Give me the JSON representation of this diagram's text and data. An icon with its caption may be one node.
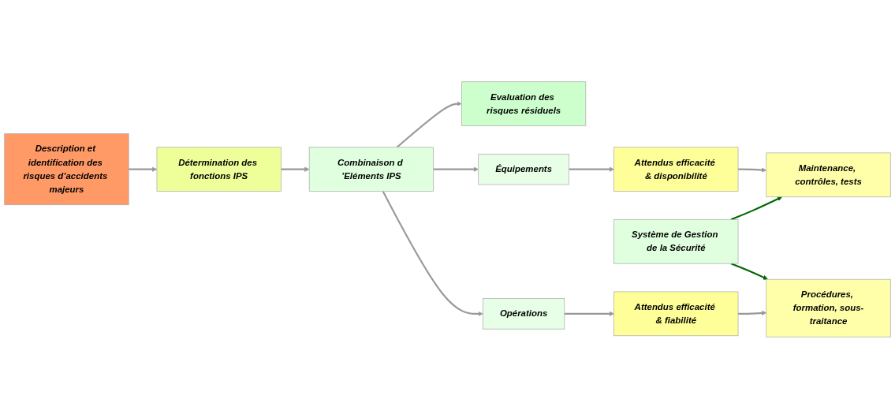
{
  "diagram": {
    "nodes": [
      {
        "text": [
          "Description et identification des risques d’accidents majeurs"
        ]
      },
      {
        "text": [
          "Détermination des fonctions IPS"
        ]
      },
      {
        "text": [
          "Combinaison d ’Eléments IPS"
        ]
      },
      {
        "text": [
          "Evaluation des risques résiduels"
        ]
      },
      {
        "text": [
          "Équipements"
        ]
      },
      {
        "text": [
          "Opérations"
        ]
      },
      {
        "text": [
          "Attendus efficacité & disponibilité"
        ]
      },
      {
        "text": [
          "Attendus efficacité & fiabilité"
        ]
      },
      {
        "text": [
          "Maintenance, contrôles, tests"
        ]
      },
      {
        "text": [
          "Procédures, formation, sous-traitance"
        ]
      },
      {
        "text": [
          "Système de Gestion de la Sécurité"
        ]
      }
    ],
    "edges": [
      {
        "from": 0,
        "to": 1,
        "arrow": "to"
      },
      {
        "from": 1,
        "to": 2,
        "arrow": "to"
      },
      {
        "from": 2,
        "to": 3,
        "arrow": "to"
      },
      {
        "from": 2,
        "to": 4,
        "arrow": "to"
      },
      {
        "from": 2,
        "to": 5,
        "arrow": "to"
      },
      {
        "from": 4,
        "to": 6,
        "arrow": "to"
      },
      {
        "from": 5,
        "to": 7,
        "arrow": "to"
      },
      {
        "from": 6,
        "to": 8,
        "arrow": "to"
      },
      {
        "from": 7,
        "to": 9,
        "arrow": "to"
      },
      {
        "from": 10,
        "to": 8,
        "arrow": "to",
        "color": "#006600"
      },
      {
        "from": 10,
        "to": 9,
        "arrow": "to",
        "color": "#006600"
      }
    ]
  }
}
